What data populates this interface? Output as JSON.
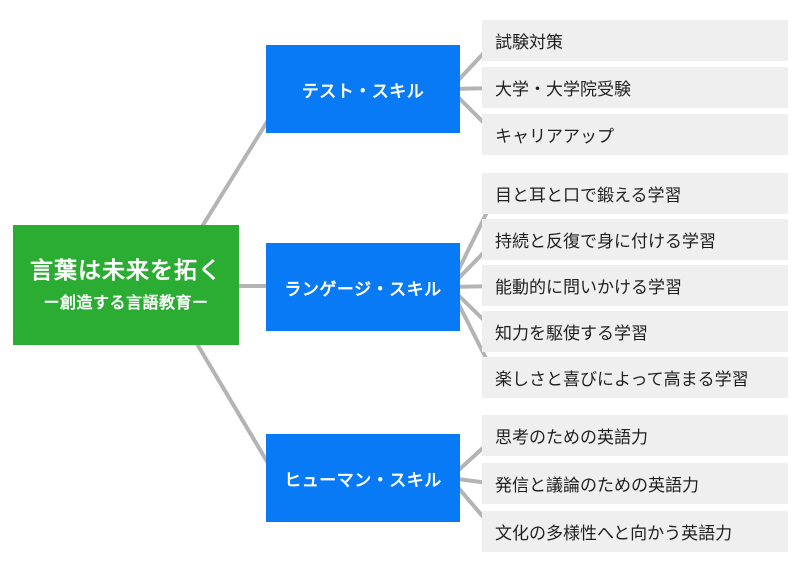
{
  "root": {
    "title": "言葉は未来を拓く",
    "subtitle": "ー創造する言語教育ー"
  },
  "branches": [
    {
      "label": "テスト・スキル",
      "leaves": [
        "試験対策",
        "大学・大学院受験",
        "キャリアアップ"
      ]
    },
    {
      "label": "ランゲージ・スキル",
      "leaves": [
        "目と耳と口で鍛える学習",
        "持続と反復で身に付ける学習",
        "能動的に問いかける学習",
        "知力を駆使する学習",
        "楽しさと喜びによって高まる学習"
      ]
    },
    {
      "label": "ヒューマン・スキル",
      "leaves": [
        "思考のための英語力",
        "発信と議論のための英語力",
        "文化の多様性へと向かう英語力"
      ]
    }
  ],
  "colors": {
    "root_bg": "#2bac33",
    "branch_bg": "#087af5",
    "leaf_bg": "#efefef",
    "connector_line": "#b4b4b4",
    "node_text": "#ffffff",
    "leaf_text": "#1f1f1f"
  }
}
